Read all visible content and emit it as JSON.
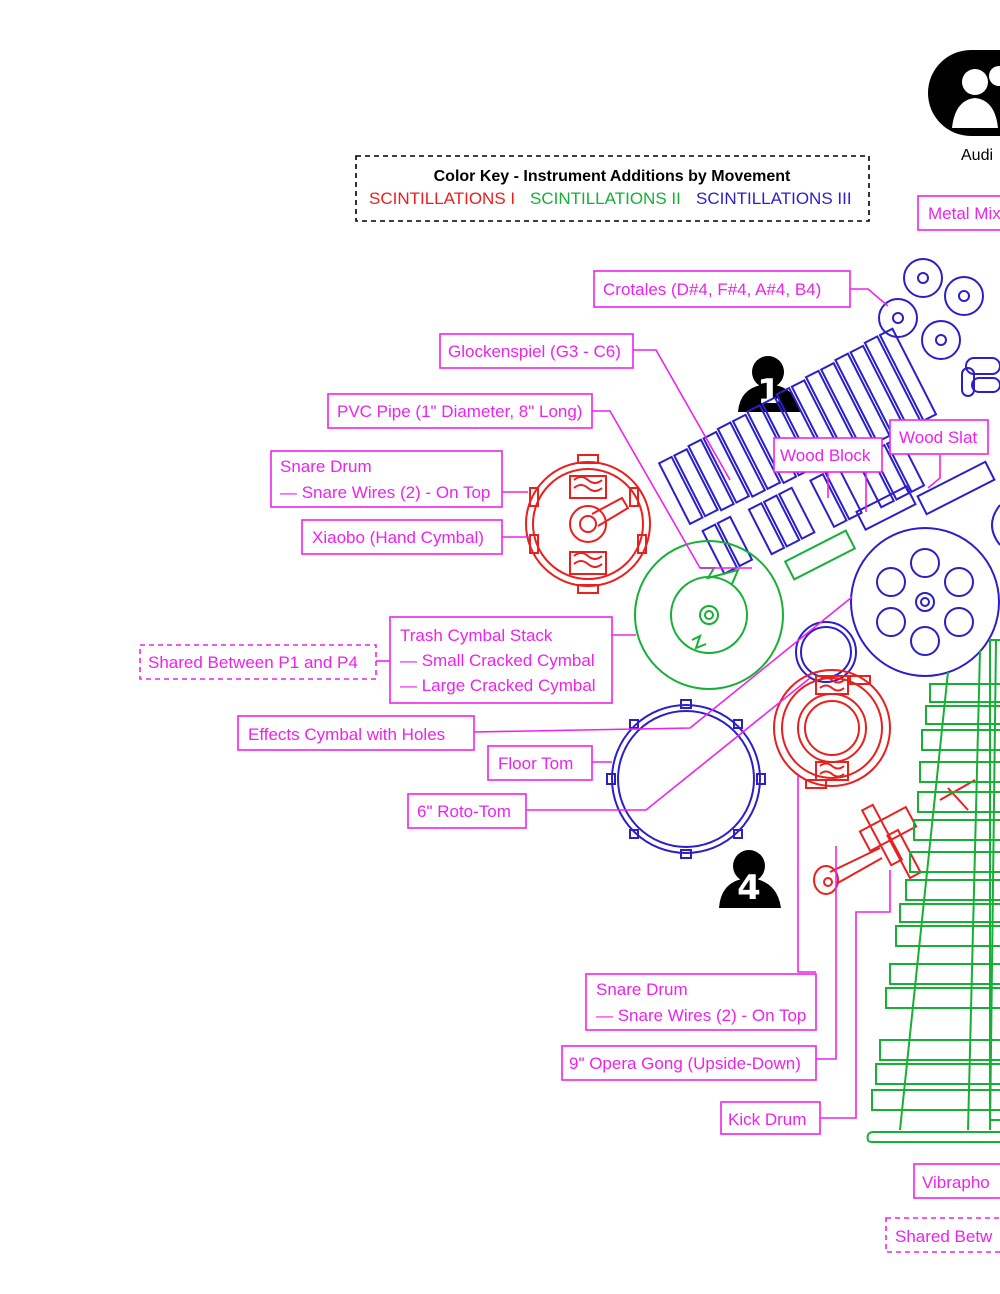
{
  "colors": {
    "label": "#ee22ee",
    "movement_1": "#e8201e",
    "movement_2": "#16b035",
    "movement_3": "#2b1fc8",
    "player_icon": "#000000"
  },
  "color_key": {
    "title": "Color Key - Instrument Additions by Movement",
    "movements": [
      "SCINTILLATIONS I",
      "SCINTILLATIONS II",
      "SCINTILLATIONS III"
    ]
  },
  "audience_label": "Audi",
  "players": [
    {
      "number": "1"
    },
    {
      "number": "4"
    }
  ],
  "labels": {
    "metal_mix": "Metal Mix",
    "crotales": "Crotales (D#4, F#4, A#4, B4)",
    "glockenspiel": "Glockenspiel (G3 - C6)",
    "pvc_pipe": "PVC Pipe (1\" Diameter, 8\" Long)",
    "snare_drum_top": [
      "Snare Drum",
      "— Snare Wires (2) - On Top"
    ],
    "xiaobo": "Xiaobo (Hand Cymbal)",
    "wood_block": "Wood Block",
    "wood_slat": "Wood Slat",
    "trash_cymbal": [
      "Trash Cymbal Stack",
      "— Small Cracked Cymbal",
      "— Large Cracked Cymbal"
    ],
    "shared_p1_p4": "Shared Between P1 and P4",
    "effects_cymbal": "Effects Cymbal with Holes",
    "floor_tom": "Floor Tom",
    "roto_tom": "6\" Roto-Tom",
    "snare_drum_bottom": [
      "Snare Drum",
      "— Snare Wires (2) - On Top"
    ],
    "opera_gong": "9\" Opera Gong (Upside-Down)",
    "kick_drum": "Kick Drum",
    "vibraphone": "Vibrapho",
    "shared_bottom": "Shared Betw"
  }
}
